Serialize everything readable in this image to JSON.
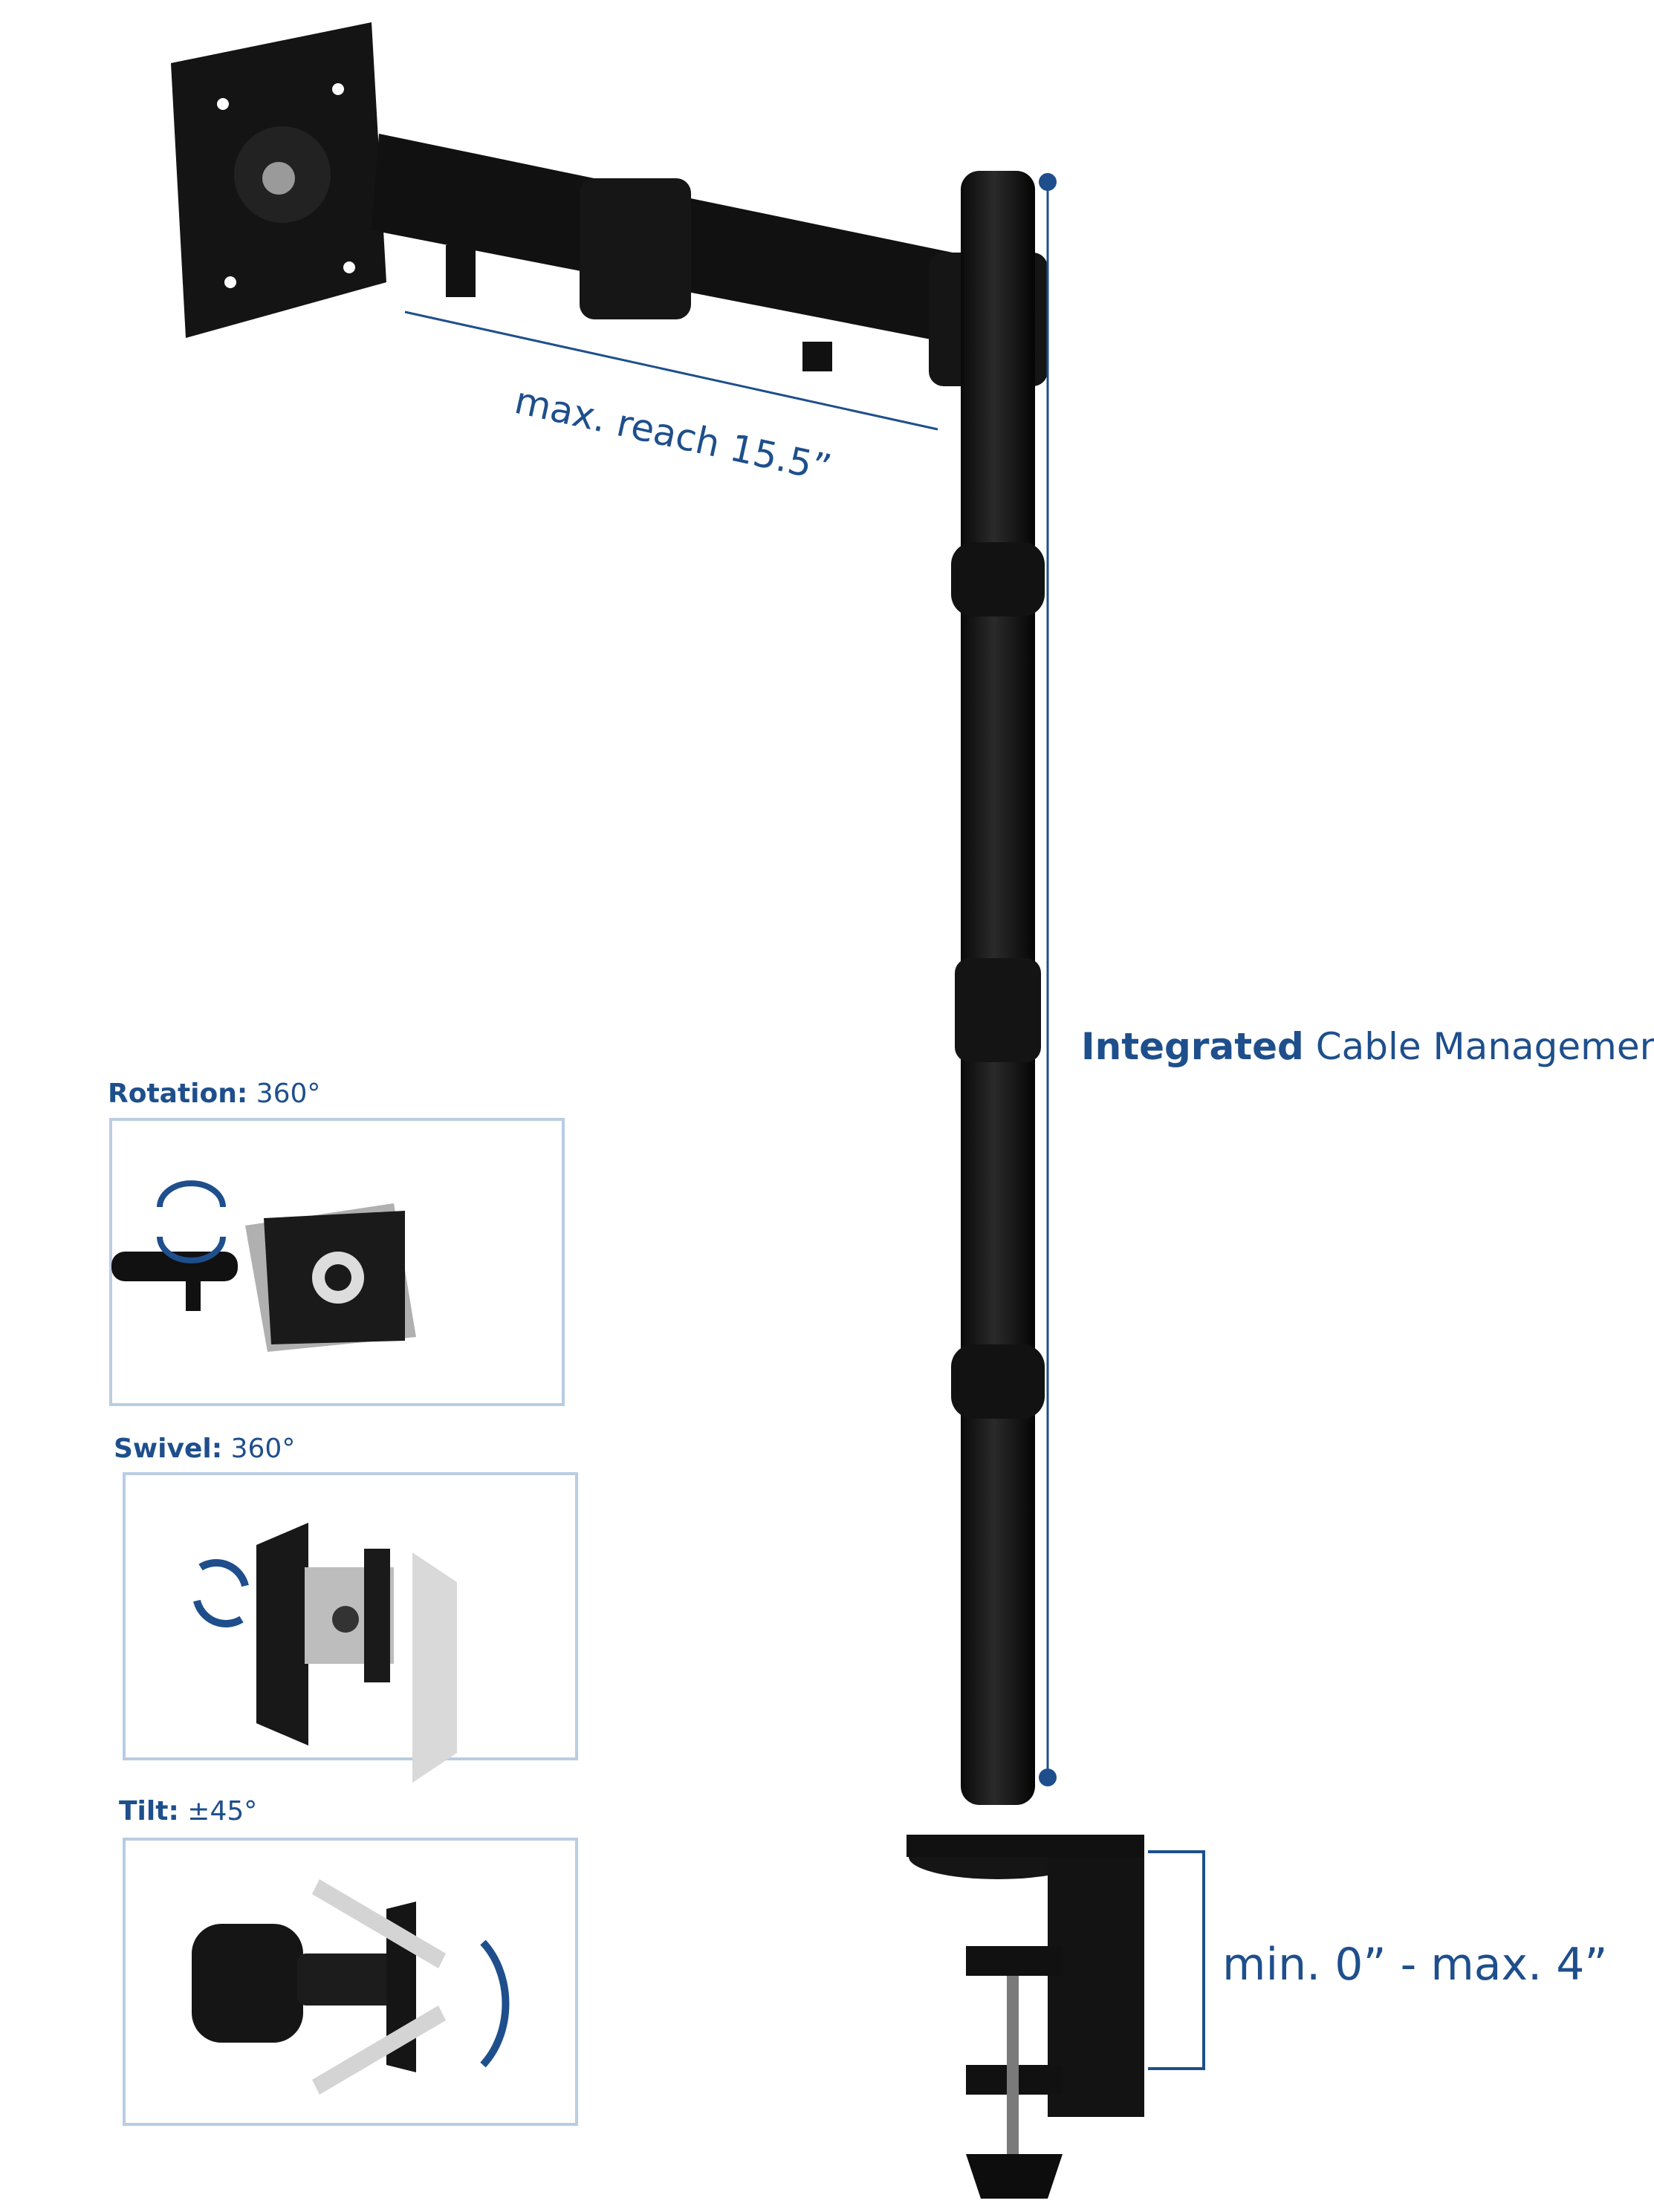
{
  "reach_label": "max. reach 15.5”",
  "cable_label": {
    "bold": "Integrated",
    "rest": " Cable Management"
  },
  "clamp_label": "min. 0” - max. 4”",
  "features": [
    {
      "name": "Rotation:",
      "value": " 360°"
    },
    {
      "name": "Swivel:",
      "value": " 360°"
    },
    {
      "name": "Tilt:",
      "value": " ±45°"
    }
  ],
  "colors": {
    "accent": "#1e4f8c",
    "panel_border": "#b9cde2",
    "product": "#111111"
  }
}
